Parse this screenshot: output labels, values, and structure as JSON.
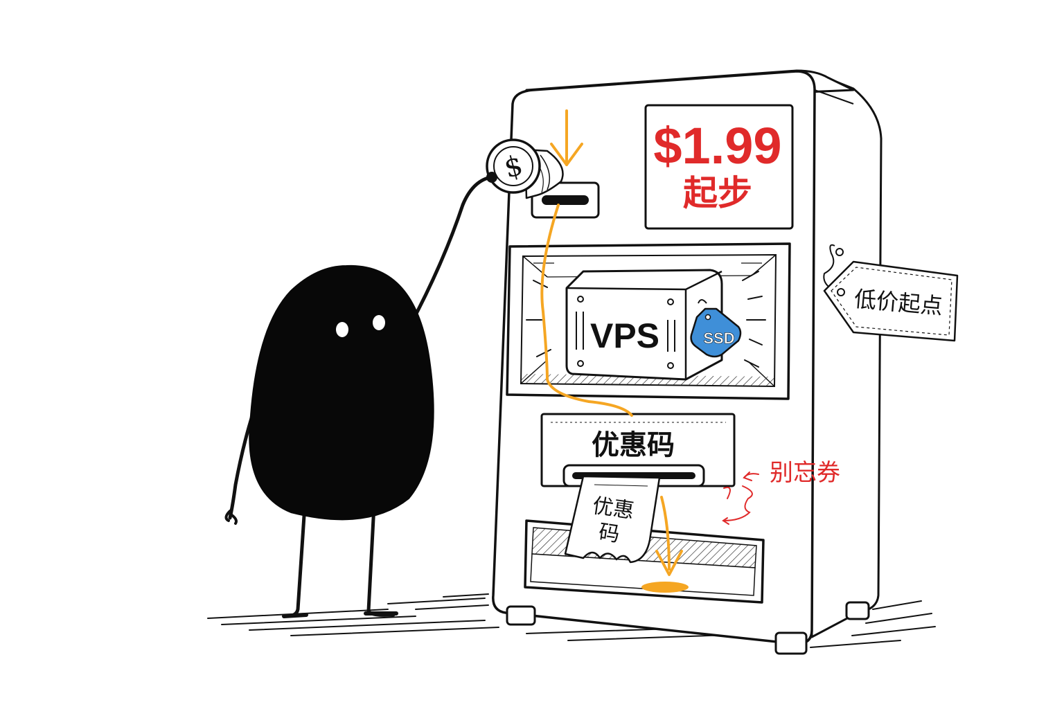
{
  "colors": {
    "ink": "#111111",
    "price_red": "#e02a2a",
    "flow_orange": "#f5a623",
    "ssd_blue": "#3f8fd8"
  },
  "machine": {
    "price_display": {
      "price": "$1.99",
      "suffix": "起步"
    },
    "product": {
      "label": "VPS",
      "badge": "SSD"
    },
    "coupon_panel": {
      "label": "优惠码"
    },
    "ticket": {
      "line1": "优惠",
      "line2": "码"
    },
    "side_tag": {
      "label": "低价起点"
    },
    "note": {
      "label": "别忘券"
    }
  },
  "coin": {
    "symbol": "$"
  }
}
